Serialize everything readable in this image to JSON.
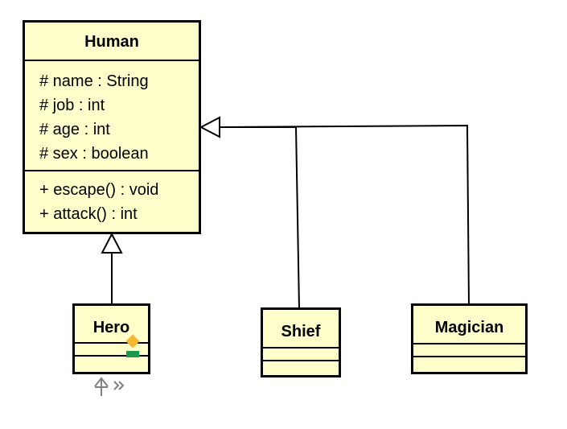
{
  "colors": {
    "class_fill": "#ffffcc",
    "border": "#000000",
    "marker_diamond": "#f5b82e",
    "marker_rect": "#1a9850",
    "hint_icon": "#808080"
  },
  "human": {
    "name": "Human",
    "attributes": [
      "# name : String",
      "# job : int",
      "# age : int",
      "# sex : boolean"
    ],
    "operations": [
      "+ escape() : void",
      "+ attack() : int"
    ]
  },
  "hero": {
    "name": "Hero"
  },
  "shief": {
    "name": "Shief"
  },
  "magician": {
    "name": "Magician"
  },
  "relationships": [
    {
      "type": "generalization",
      "from": "Hero",
      "to": "Human"
    },
    {
      "type": "generalization",
      "from": "Shief",
      "to": "Human"
    },
    {
      "type": "generalization",
      "from": "Magician",
      "to": "Human"
    }
  ]
}
